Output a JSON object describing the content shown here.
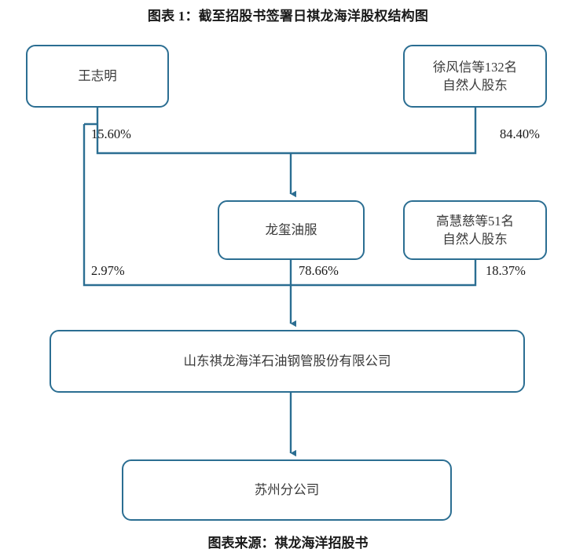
{
  "figure": {
    "title": "图表来源：祺龙海洋招股书",
    "caption": "图表 1：截至招股书签署日祺龙海洋股权结构图",
    "source": "图表来源：祺龙海洋招股书"
  },
  "nodes": {
    "wang": "王志明",
    "xu": "徐风信等132名\n自然人股东",
    "longxi": "龙玺油服",
    "gao": "高慧慈等51名\n自然人股东",
    "qilong": "山东祺龙海洋石油钢管股份有限公司",
    "suzhou": "苏州分公司"
  },
  "edges": {
    "wang_to_longxi": "15.60%",
    "xu_to_longxi": "84.40%",
    "wang_to_qilong": "2.97%",
    "longxi_to_qilong": "78.66%",
    "gao_to_qilong": "18.37%"
  },
  "colors": {
    "line": "#2b6e92",
    "border": "#2b6e92",
    "text": "#3a3a3a",
    "title_text": "#1a1a1a",
    "background": "#ffffff"
  },
  "chart_data": {
    "type": "diagram",
    "title": "图表 1：截至招股书签署日祺龙海洋股权结构图",
    "subtype": "ownership-structure-tree",
    "entities": [
      {
        "id": "wang",
        "label": "王志明",
        "level": 0
      },
      {
        "id": "xu",
        "label": "徐风信等132名自然人股东",
        "level": 0
      },
      {
        "id": "longxi",
        "label": "龙玺油服",
        "level": 1
      },
      {
        "id": "gao",
        "label": "高慧慈等51名自然人股东",
        "level": 1
      },
      {
        "id": "qilong",
        "label": "山东祺龙海洋石油钢管股份有限公司",
        "level": 2
      },
      {
        "id": "suzhou",
        "label": "苏州分公司",
        "level": 3
      }
    ],
    "links": [
      {
        "from": "wang",
        "to": "longxi",
        "value": 15.6,
        "label": "15.60%"
      },
      {
        "from": "xu",
        "to": "longxi",
        "value": 84.4,
        "label": "84.40%"
      },
      {
        "from": "wang",
        "to": "qilong",
        "value": 2.97,
        "label": "2.97%"
      },
      {
        "from": "longxi",
        "to": "qilong",
        "value": 78.66,
        "label": "78.66%"
      },
      {
        "from": "gao",
        "to": "qilong",
        "value": 18.37,
        "label": "18.37%"
      },
      {
        "from": "qilong",
        "to": "suzhou",
        "value": null,
        "label": ""
      }
    ],
    "source": "图表来源：祺龙海洋招股书"
  }
}
